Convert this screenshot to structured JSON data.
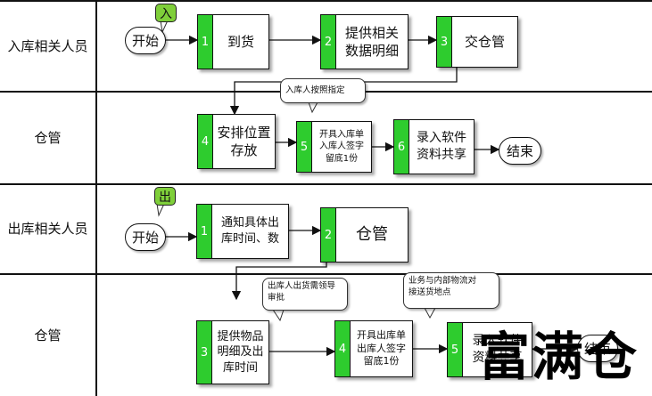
{
  "lanes": [
    {
      "label": "入库相关人员"
    },
    {
      "label": "仓管"
    },
    {
      "label": "出库相关人员"
    },
    {
      "label": "仓管"
    }
  ],
  "inbound": {
    "tag": "入",
    "start": "开始",
    "step1": {
      "num": "1",
      "text": "到货"
    },
    "step2": {
      "num": "2",
      "text": "提供相关\n数据明细"
    },
    "step3": {
      "num": "3",
      "text": "交仓管"
    },
    "callout": "入库人按照指定",
    "step4": {
      "num": "4",
      "text": "安排位置\n存放"
    },
    "step5": {
      "num": "5",
      "text": "开具入库单\n入库人签字\n留底1份"
    },
    "step6": {
      "num": "6",
      "text": "录入软件\n资料共享"
    },
    "end": "结束"
  },
  "outbound": {
    "tag": "出",
    "start": "开始",
    "step1": {
      "num": "1",
      "text": "通知具体出\n库时间、数"
    },
    "step2": {
      "num": "2",
      "text": "仓管"
    },
    "callout1": "出库人出货需领导\n审批",
    "callout2": "业务与内部物流对\n接送货地点",
    "step3": {
      "num": "3",
      "text": "提供物品\n明细及出\n库时间"
    },
    "step4": {
      "num": "4",
      "text": "开具出库单\n出库人签字\n留底1份"
    },
    "step5": {
      "num": "5",
      "text": "录入软件\n资料共享"
    },
    "end": "结束"
  },
  "watermark": "富满仓"
}
